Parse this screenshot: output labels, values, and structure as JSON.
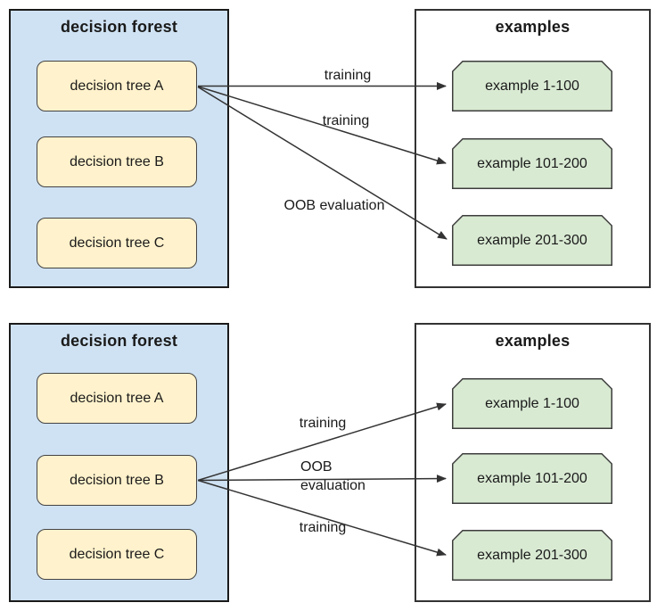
{
  "colors": {
    "forest_fill": "#cfe2f3",
    "forest_border": "#1a1a1a",
    "tree_fill": "#fff2cc",
    "tree_border": "#434343",
    "examples_fill": "#ffffff",
    "examples_border": "#333333",
    "example_fill": "#d9ead3",
    "example_border": "#3d3d3d",
    "arrow_color": "#333333",
    "text_color": "#1a1a1a"
  },
  "panels": [
    {
      "forest": {
        "title": "decision forest",
        "trees": [
          {
            "label": "decision tree A"
          },
          {
            "label": "decision tree B"
          },
          {
            "label": "decision tree C"
          }
        ]
      },
      "examples": {
        "title": "examples",
        "items": [
          {
            "label": "example 1-100"
          },
          {
            "label": "example 101-200"
          },
          {
            "label": "example 201-300"
          }
        ]
      },
      "arrows": [
        {
          "label": "training",
          "from": "decision tree A",
          "to": "example 1-100"
        },
        {
          "label": "training",
          "from": "decision tree A",
          "to": "example 101-200"
        },
        {
          "label": "OOB evaluation",
          "from": "decision tree A",
          "to": "example 201-300"
        }
      ]
    },
    {
      "forest": {
        "title": "decision forest",
        "trees": [
          {
            "label": "decision tree A"
          },
          {
            "label": "decision tree B"
          },
          {
            "label": "decision tree C"
          }
        ]
      },
      "examples": {
        "title": "examples",
        "items": [
          {
            "label": "example 1-100"
          },
          {
            "label": "example 101-200"
          },
          {
            "label": "example 201-300"
          }
        ]
      },
      "arrows": [
        {
          "label": "training",
          "from": "decision tree B",
          "to": "example 1-100"
        },
        {
          "label": "OOB\nevaluation",
          "from": "decision tree B",
          "to": "example 101-200"
        },
        {
          "label": "training",
          "from": "decision tree B",
          "to": "example 201-300"
        }
      ]
    }
  ]
}
